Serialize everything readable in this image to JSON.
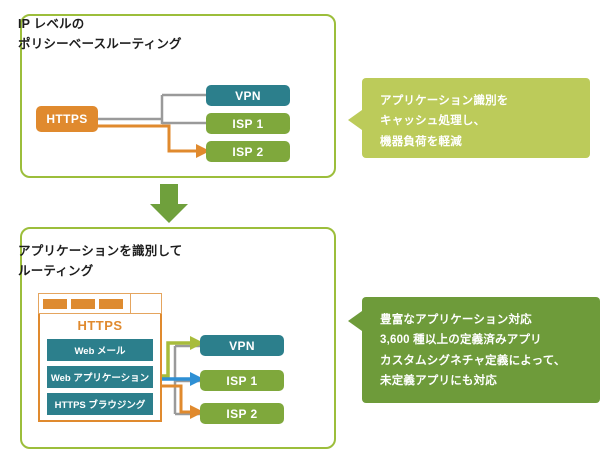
{
  "meta": {
    "background_color": "#FFFFFF",
    "panel_border_color": "#9CBE3B",
    "colors": {
      "teal": "#2C7F8C",
      "green": "#7FA83C",
      "orange": "#E08A2E",
      "callout_light_green": "#BCCB5A",
      "callout_dark_green": "#6E9B3A",
      "arrow_green": "#6FA03C",
      "wire_gray": "#9A9A9A",
      "wire_olive": "#A8BC3C",
      "wire_blue": "#2E8FD4"
    }
  },
  "panel_top": {
    "title": "IP レベルの\nポリシーベースルーティング",
    "source_node": {
      "label": "HTTPS",
      "color": "#E08A2E"
    },
    "targets": [
      {
        "label": "VPN",
        "color": "#2C7F8C",
        "active": false
      },
      {
        "label": "ISP 1",
        "color": "#7FA83C",
        "active": false
      },
      {
        "label": "ISP 2",
        "color": "#7FA83C",
        "active": true
      }
    ],
    "active_route_color": "#E08A2E",
    "inactive_route_color": "#9A9A9A"
  },
  "flow_arrow": {
    "direction": "down",
    "color": "#6FA03C"
  },
  "panel_bottom": {
    "title": "アプリケーションを識別して\nルーティング",
    "device": {
      "label": "HTTPS",
      "label_color": "#E08A2E",
      "led_count": 3,
      "applications": [
        {
          "label": "Web メール",
          "route_to": "VPN",
          "wire_color": "#A8BC3C"
        },
        {
          "label": "Web アプリケーション",
          "route_to": "ISP 1",
          "wire_color": "#2E8FD4"
        },
        {
          "label": "HTTPS ブラウジング",
          "route_to": "ISP 2",
          "wire_color": "#E08A2E"
        }
      ]
    },
    "targets": [
      {
        "label": "VPN",
        "color": "#2C7F8C"
      },
      {
        "label": "ISP 1",
        "color": "#7FA83C"
      },
      {
        "label": "ISP 2",
        "color": "#7FA83C"
      }
    ]
  },
  "callout_top": {
    "text": "アプリケーション識別を\nキャッシュ処理し、\n機器負荷を軽減",
    "background": "#BCCB5A",
    "lines": [
      "アプリケーション識別を",
      "キャッシュ処理し、",
      "機器負荷を軽減"
    ]
  },
  "callout_bottom": {
    "text": "豊富なアプリケーション対応\n3,600 種以上の定義済みアプリ\nカスタムシグネチャ定義によって、\n未定義アプリにも対応",
    "background": "#6E9B3A",
    "lines": [
      "豊富なアプリケーション対応",
      "3,600 種以上の定義済みアプリ",
      "カスタムシグネチャ定義によって、",
      "未定義アプリにも対応"
    ]
  }
}
